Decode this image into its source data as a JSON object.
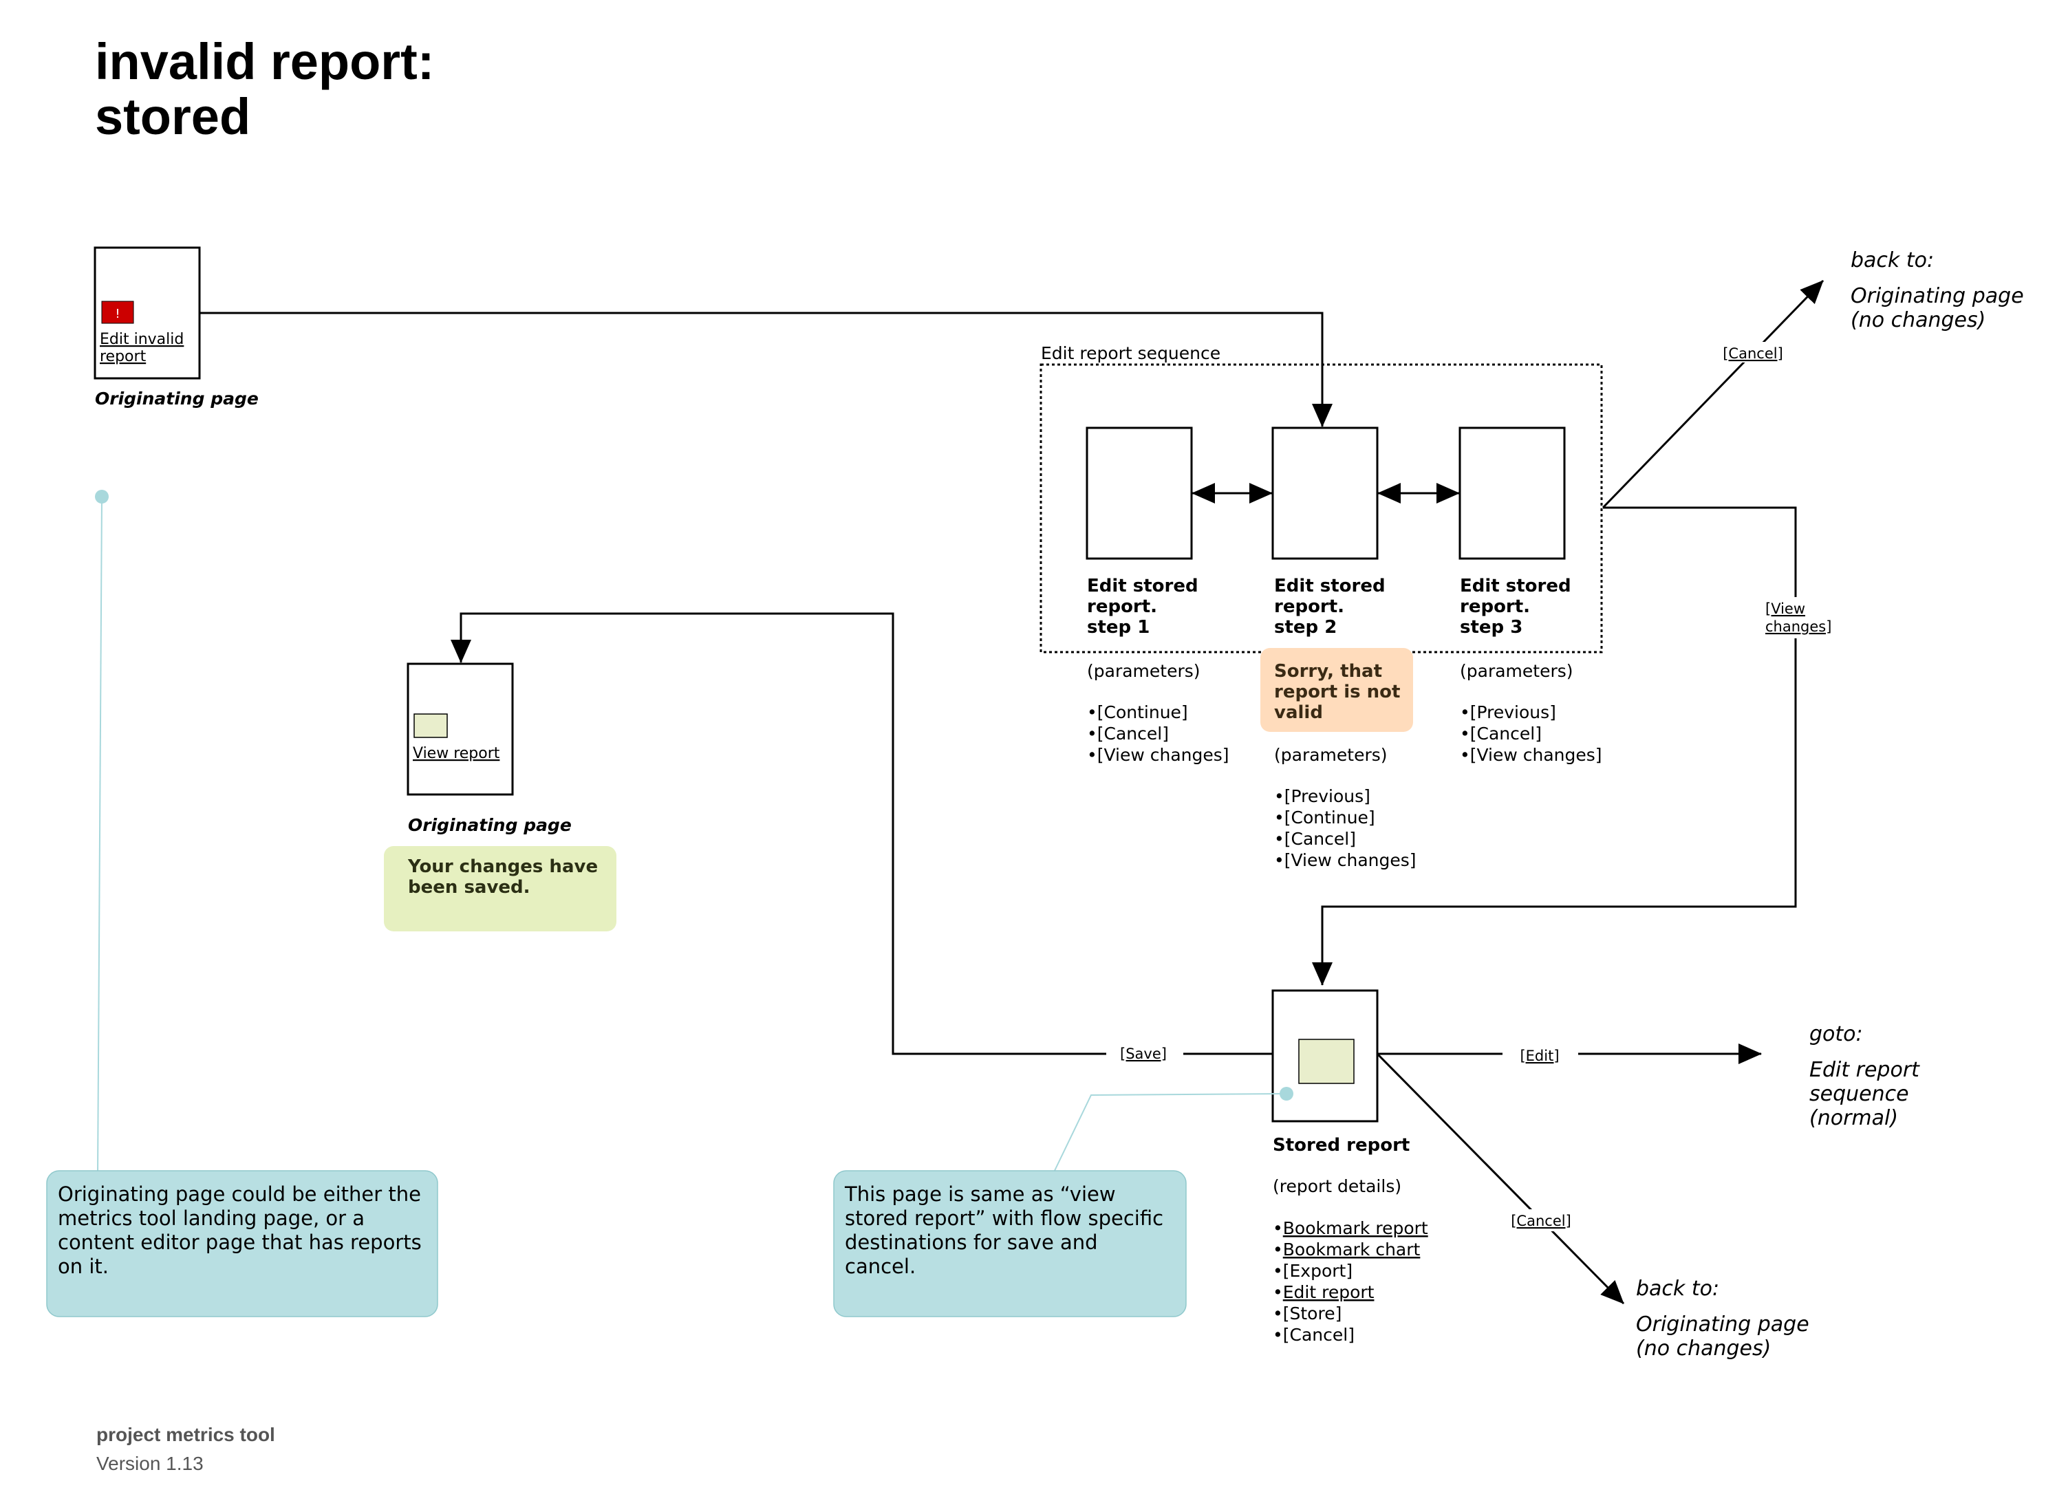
{
  "title": {
    "line1": "invalid report:",
    "line2": "stored"
  },
  "originating_top": {
    "link_line1": "Edit invalid",
    "link_line2": "report",
    "caption": "Originating page",
    "alert_glyph": "!"
  },
  "back_to_top": {
    "heading": "back to:",
    "line1": "Originating page",
    "line2": "(no changes)",
    "cancel_label": "[Cancel]"
  },
  "sequence": {
    "label": "Edit report sequence",
    "step1": {
      "line1": "Edit stored",
      "line2": "report.",
      "line3": "step 1",
      "params": "(parameters)",
      "actions": [
        "•[Continue]",
        "•[Cancel]",
        "•[View changes]"
      ]
    },
    "step2": {
      "line1": "Edit stored",
      "line2": "report.",
      "line3": "step 2",
      "error_line1": "Sorry, that",
      "error_line2": "report is not",
      "error_line3": "valid",
      "params": "(parameters)",
      "actions": [
        "•[Previous]",
        "•[Continue]",
        "•[Cancel]",
        "•[View changes]"
      ]
    },
    "step3": {
      "line1": "Edit stored",
      "line2": "report.",
      "line3": "step 3",
      "params": "(parameters)",
      "actions": [
        "•[Previous]",
        "•[Cancel]",
        "•[View changes]"
      ]
    }
  },
  "view_changes": {
    "line1": "[View",
    "line2": "changes]"
  },
  "originating_mid": {
    "link": "View report",
    "caption": "Originating page",
    "saved_line1": "Your changes have",
    "saved_line2": "been saved."
  },
  "stored_report": {
    "caption": "Stored report",
    "details": "(report details)",
    "actions": [
      {
        "bullet": "•",
        "text": "Bookmark report",
        "link": true
      },
      {
        "bullet": "•",
        "text": "Bookmark chart",
        "link": true
      },
      {
        "bullet": "•",
        "text": "[Export]",
        "link": false
      },
      {
        "bullet": "•",
        "text": "Edit report",
        "link": true
      },
      {
        "bullet": "•",
        "text": "[Store]",
        "link": false
      },
      {
        "bullet": "•",
        "text": "[Cancel]",
        "link": false
      }
    ],
    "save_label": "[Save]",
    "edit_label": "[Edit]",
    "cancel_label": "[Cancel]"
  },
  "goto": {
    "heading": "goto:",
    "line1": "Edit report",
    "line2": "sequence",
    "line3": "(normal)"
  },
  "back_to_bottom": {
    "heading": "back to:",
    "line1": "Originating page",
    "line2": "(no changes)"
  },
  "note_left": {
    "line1": "Originating page could be either the",
    "line2": "metrics tool landing page, or a",
    "line3": "content editor page that has reports",
    "line4": "on it."
  },
  "note_mid": {
    "line1": "This page is same as “view",
    "line2": "stored report” with flow specific",
    "line3": "destinations for save and",
    "line4": "cancel."
  },
  "footer": {
    "product": "project metrics tool",
    "version": "Version 1.13"
  },
  "colors": {
    "alert": "#cc0000",
    "error_bg": "#ffdcbc",
    "success_bg": "#e6f0c0",
    "note_bg": "#b8dfe2",
    "report_thumb": "#e9eecc",
    "connector_note": "#a8d8dc"
  }
}
